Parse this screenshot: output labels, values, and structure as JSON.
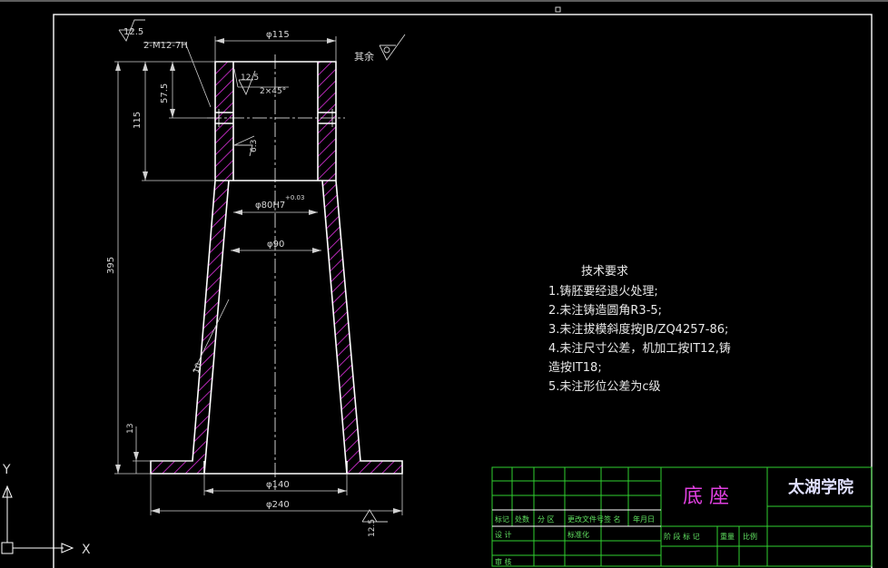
{
  "colors": {
    "background": "#000000",
    "outline": "#ffffff",
    "hatch": "#e030e0",
    "dimension": "#d0d0d0",
    "title_grid": "#30d030",
    "part_name": "#e040e0",
    "school": "#e0e0ff"
  },
  "drawing": {
    "roughness_top": "12.5",
    "thread_callout": "2-M12-7H",
    "dia_top": "φ115",
    "other_surfaces_label": "其余",
    "chamfer_roughness": "12.5",
    "chamfer": "2×45°",
    "inner_roughness": "6.3",
    "dim_57_5": "57.5",
    "dim_115": "115",
    "dim_395": "395",
    "dim_13": "13",
    "dia_bore": "φ80H7",
    "bore_tolerance": "+0.03",
    "dia_90": "φ90",
    "dia_140": "φ140",
    "dia_240": "φ240",
    "bottom_roughness": "12.5",
    "side_roughness": "10"
  },
  "tech_requirements": {
    "title": "技术要求",
    "lines": [
      "1.铸胚要经退火处理;",
      "2.未注铸造圆角R3-5;",
      "3.未注拔模斜度按JB/ZQ4257-86;",
      "4.未注尺寸公差，机加工按IT12,铸",
      "造按IT18;",
      "5.未注形位公差为c级"
    ]
  },
  "title_block": {
    "part_name": "底  座",
    "school": "太湖学院",
    "row1": [
      "标记",
      "处数",
      "分 区",
      "更改文件号",
      "签 名",
      "年月日"
    ],
    "row2": [
      "设 计",
      "",
      "标准化",
      "",
      "阶 段 标 记",
      "重量",
      "比例"
    ],
    "row3": [
      "审 核"
    ]
  },
  "ucs": {
    "x_label": "X",
    "y_label": "Y"
  }
}
